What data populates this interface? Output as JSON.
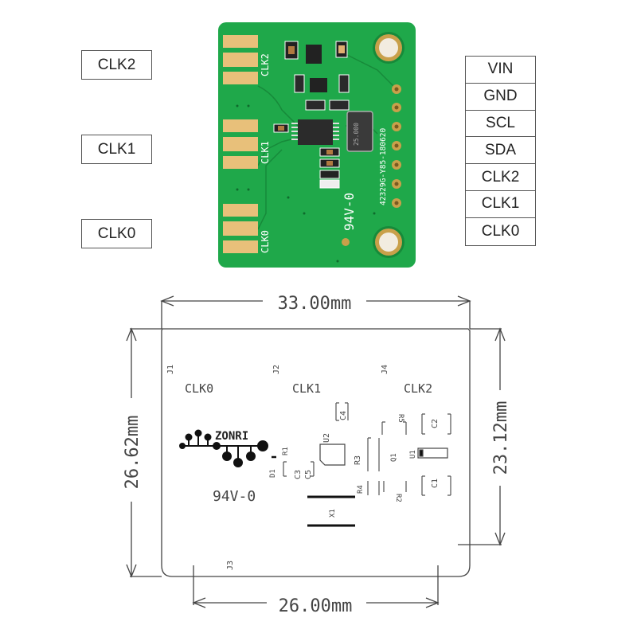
{
  "left_labels": [
    {
      "text": "CLK2"
    },
    {
      "text": "CLK1"
    },
    {
      "text": "CLK0"
    }
  ],
  "pin_table": {
    "pins": [
      "VIN",
      "GND",
      "SCL",
      "SDA",
      "CLK2",
      "CLK1",
      "CLK0"
    ]
  },
  "pcb_photo": {
    "silkscreen": {
      "clk2": "CLK2",
      "clk1": "CLK1",
      "clk0": "CLK0",
      "rating": "94V-0",
      "part_code": "42329G-Y85-180620",
      "crystal": "25.000"
    },
    "colors": {
      "board": "#1fa84a",
      "pad": "#e8c07a",
      "chip": "#2b2b2b"
    }
  },
  "drawing": {
    "dim_top": "33.00mm",
    "dim_bottom": "26.00mm",
    "dim_left": "26.62mm",
    "dim_right": "23.12mm",
    "connectors": [
      "J1",
      "J2",
      "J4",
      "J3"
    ],
    "clk_labels": [
      "CLK0",
      "CLK1",
      "CLK2"
    ],
    "logo": "ZONRI",
    "rating": "94V-0",
    "components": [
      "D1",
      "R1",
      "C3",
      "C5",
      "U2",
      "C4",
      "R3",
      "R4",
      "R5",
      "R2",
      "Q1",
      "U1",
      "C2",
      "C1",
      "X1"
    ]
  }
}
